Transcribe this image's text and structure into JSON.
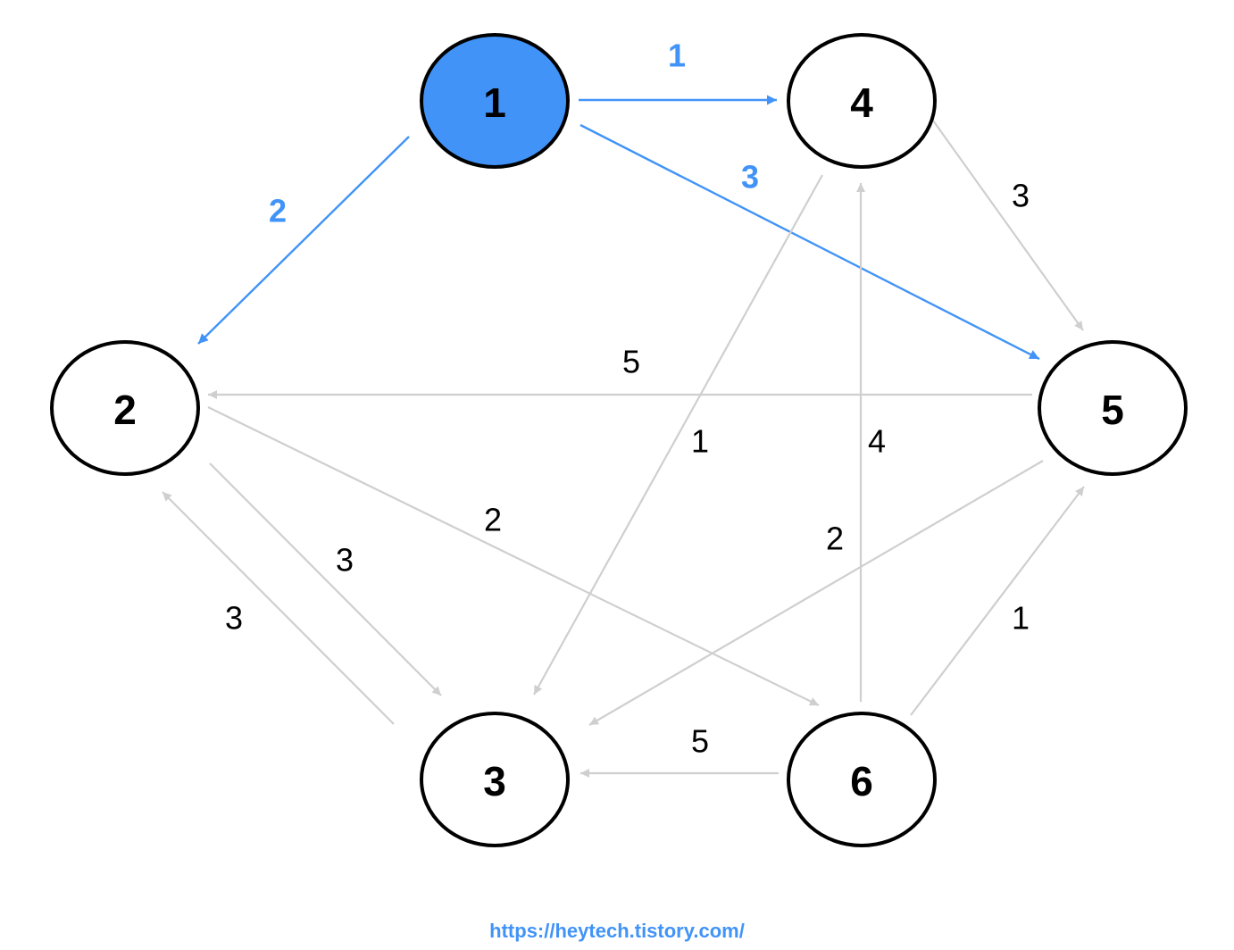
{
  "colors": {
    "highlight": "#4193F7",
    "edge": "#CFCFCF",
    "node_stroke": "#000000",
    "node_fill": "#FFFFFF",
    "text": "#000000"
  },
  "nodes": [
    {
      "id": "1",
      "label": "1",
      "highlighted": true
    },
    {
      "id": "2",
      "label": "2",
      "highlighted": false
    },
    {
      "id": "3",
      "label": "3",
      "highlighted": false
    },
    {
      "id": "4",
      "label": "4",
      "highlighted": false
    },
    {
      "id": "5",
      "label": "5",
      "highlighted": false
    },
    {
      "id": "6",
      "label": "6",
      "highlighted": false
    }
  ],
  "edges": [
    {
      "from": "1",
      "to": "4",
      "weight": "1",
      "highlighted": true
    },
    {
      "from": "1",
      "to": "2",
      "weight": "2",
      "highlighted": true
    },
    {
      "from": "1",
      "to": "5",
      "weight": "3",
      "highlighted": true
    },
    {
      "from": "4",
      "to": "5",
      "weight": "3",
      "highlighted": false
    },
    {
      "from": "5",
      "to": "2",
      "weight": "5",
      "highlighted": false
    },
    {
      "from": "4",
      "to": "3",
      "weight": "1",
      "highlighted": false
    },
    {
      "from": "6",
      "to": "4",
      "weight": "4",
      "highlighted": false
    },
    {
      "from": "2",
      "to": "6",
      "weight": "2",
      "highlighted": false
    },
    {
      "from": "5",
      "to": "3",
      "weight": "2",
      "highlighted": false
    },
    {
      "from": "2",
      "to": "3",
      "weight": "3",
      "highlighted": false
    },
    {
      "from": "3",
      "to": "2",
      "weight": "3",
      "highlighted": false
    },
    {
      "from": "6",
      "to": "5",
      "weight": "1",
      "highlighted": false
    },
    {
      "from": "6",
      "to": "3",
      "weight": "5",
      "highlighted": false
    }
  ],
  "footer": {
    "url": "https://heytech.tistory.com/"
  }
}
